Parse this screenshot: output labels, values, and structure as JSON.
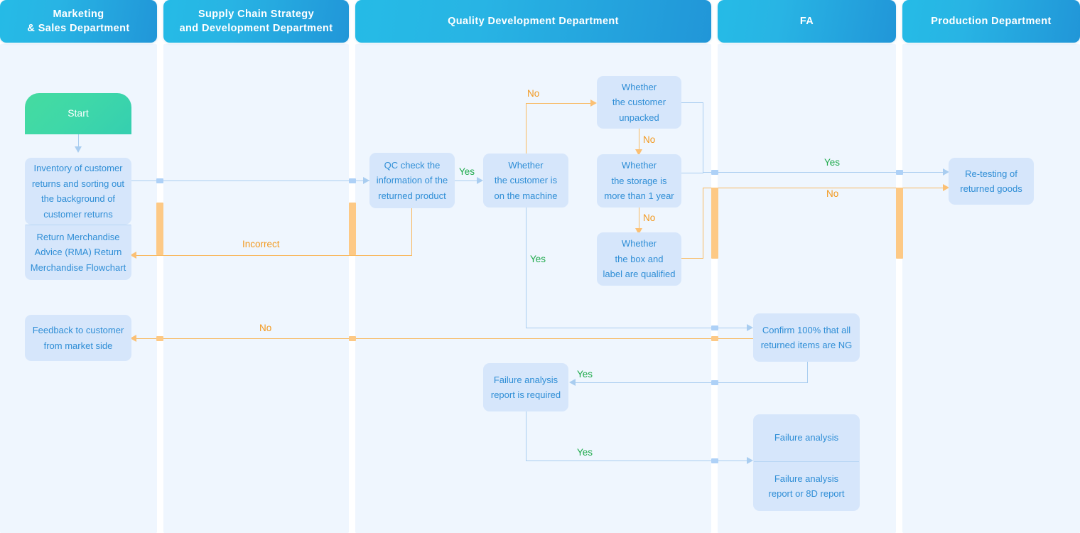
{
  "diagram": {
    "title": "Return Merchandise Advice (RMA) Return Merchandise Flowchart",
    "type": "swimlane-flowchart",
    "colors": {
      "lane_header_from": "#25bbe6",
      "lane_header_to": "#2196d8",
      "lane_body": "#eff6fe",
      "node_fill": "#d6e6fb",
      "node_text": "#2f8ed6",
      "start_from": "#45dba0",
      "start_to": "#35cfb0",
      "flow_blue": "#a9cdf0",
      "flow_orange": "#f8b960",
      "label_yes": "#1faa4c",
      "label_no": "#f2991f"
    }
  },
  "lanes": [
    {
      "id": "marketing",
      "label": "Marketing\n& Sales Department"
    },
    {
      "id": "supply",
      "label": "Supply Chain Strategy\nand Development Department"
    },
    {
      "id": "quality",
      "label": "Quality Development Department"
    },
    {
      "id": "fa",
      "label": "FA"
    },
    {
      "id": "production",
      "label": "Production Department"
    }
  ],
  "lane_labels": {
    "marketing_l1": "Marketing",
    "marketing_l2": "& Sales Department",
    "supply_l1": "Supply Chain Strategy",
    "supply_l2": "and Development Department",
    "quality": "Quality Development Department",
    "fa": "FA",
    "production": "Production Department"
  },
  "nodes": {
    "start": {
      "text": "Start",
      "lane": "marketing",
      "shape": "terminator"
    },
    "inventory": {
      "l1": "Inventory of customer",
      "l2": "returns and sorting out",
      "l3": "the background of",
      "l4": "customer returns",
      "lane": "marketing"
    },
    "rma": {
      "l1": "Return Merchandise",
      "l2": "Advice (RMA) Return",
      "l3": "Merchandise Flowchart",
      "lane": "marketing"
    },
    "feedback": {
      "l1": "Feedback to customer",
      "l2": "from market side",
      "lane": "marketing"
    },
    "qc_check": {
      "l1": "QC check the",
      "l2": "information of the",
      "l3": "returned product",
      "lane": "quality"
    },
    "on_machine": {
      "l1": "Whether",
      "l2": "the customer is",
      "l3": "on the machine",
      "lane": "quality"
    },
    "unpacked": {
      "l1": "Whether",
      "l2": "the customer",
      "l3": "unpacked",
      "lane": "quality"
    },
    "storage": {
      "l1": "Whether",
      "l2": "the storage is",
      "l3": "more than 1 year",
      "lane": "quality"
    },
    "box_label": {
      "l1": "Whether",
      "l2": "the box and",
      "l3": "label are qualified",
      "lane": "quality"
    },
    "fa_required": {
      "l1": "Failure analysis",
      "l2": "report is required",
      "lane": "quality"
    },
    "confirm_ng": {
      "l1": "Confirm 100% that all",
      "l2": "returned items are NG",
      "lane": "fa"
    },
    "failure_top": {
      "l1": "Failure analysis",
      "lane": "fa"
    },
    "failure_bottom": {
      "l1": "Failure analysis",
      "l2": "report or 8D report",
      "lane": "fa"
    },
    "retesting": {
      "l1": "Re-testing of",
      "l2": "returned goods",
      "lane": "production"
    }
  },
  "edge_labels": {
    "qc_yes": "Yes",
    "incorrect": "Incorrect",
    "onmachine_no_top": "No",
    "onmachine_yes": "Yes",
    "unpacked_no": "No",
    "storage_no": "No",
    "retest_yes": "Yes",
    "retest_no": "No",
    "feedback_no": "No",
    "fa_required_yes": "Yes",
    "fa_report_yes": "Yes"
  }
}
